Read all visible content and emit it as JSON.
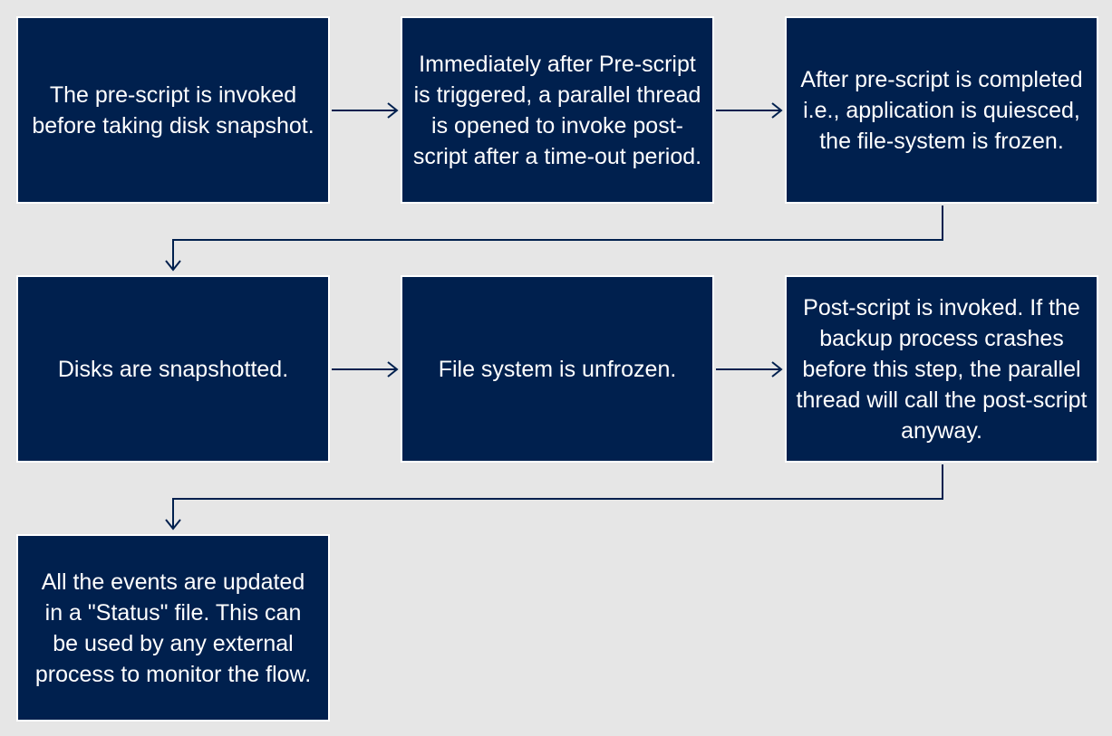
{
  "diagram": {
    "steps": [
      {
        "text": "The pre-script is invoked before taking disk snapshot."
      },
      {
        "text": "Immediately after Pre-script is triggered, a parallel thread is opened to invoke post-script after a time-out period."
      },
      {
        "text": "After pre-script is completed i.e., application is quiesced, the file-system is frozen."
      },
      {
        "text": "Disks are snapshotted."
      },
      {
        "text": "File system is unfrozen."
      },
      {
        "text": "Post-script is invoked. If the backup process crashes before this step, the parallel thread will call the post-script anyway."
      },
      {
        "text": "All the events are updated in a \"Status\" file. This can be used by any external process to monitor the flow."
      }
    ]
  },
  "colors": {
    "background": "#e6e6e6",
    "box_fill": "#00204e",
    "box_border": "#ffffff",
    "text": "#ffffff",
    "arrow": "#00204e"
  }
}
